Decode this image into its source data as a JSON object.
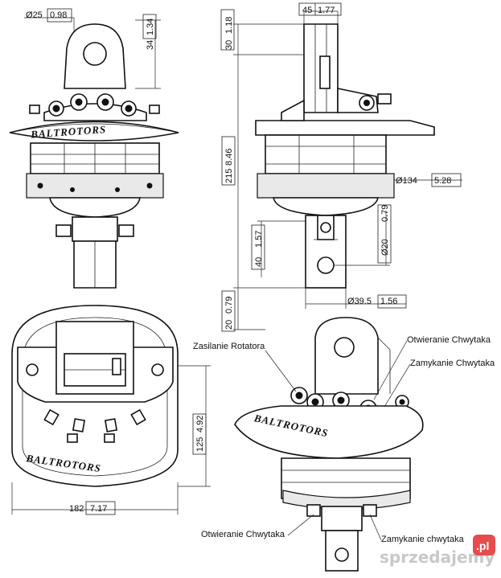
{
  "dimensions": {
    "pin_diameter": {
      "symbol": "Ø",
      "mm": "25",
      "in": "0.98"
    },
    "top_height": {
      "mm": "34",
      "in": "1.34"
    },
    "ear_width": {
      "mm": "45",
      "in": "1.77"
    },
    "ear_height": {
      "mm": "30",
      "in": "1.18"
    },
    "total_height": {
      "mm": "215",
      "in": "8.46"
    },
    "body_diameter": {
      "symbol": "Ø",
      "mm": "134",
      "in": "5.28"
    },
    "shaft_hole": {
      "symbol": "Ø",
      "mm": "20",
      "in": "0.79"
    },
    "shaft_length": {
      "mm": "40",
      "in": "1.57"
    },
    "shaft_diameter": {
      "symbol": "Ø",
      "mm": "39.5",
      "in": "1.56"
    },
    "shaft_offset": {
      "mm": "20",
      "in": "0.79"
    },
    "base_width": {
      "mm": "182",
      "in": "7.17"
    },
    "base_depth": {
      "mm": "125",
      "in": "4.92"
    }
  },
  "brand": "BALTROTORS",
  "callouts": {
    "supply": "Zasilanie Rotatora",
    "open_top": "Otwieranie Chwytaka",
    "close_top": "Zamykanie Chwytaka",
    "open_bottom": "Otwieranie Chwytaka",
    "close_bottom": "Zamykanie chwytaka"
  },
  "watermark": {
    "text": "sprzedajemy",
    "suffix": ".pl"
  }
}
